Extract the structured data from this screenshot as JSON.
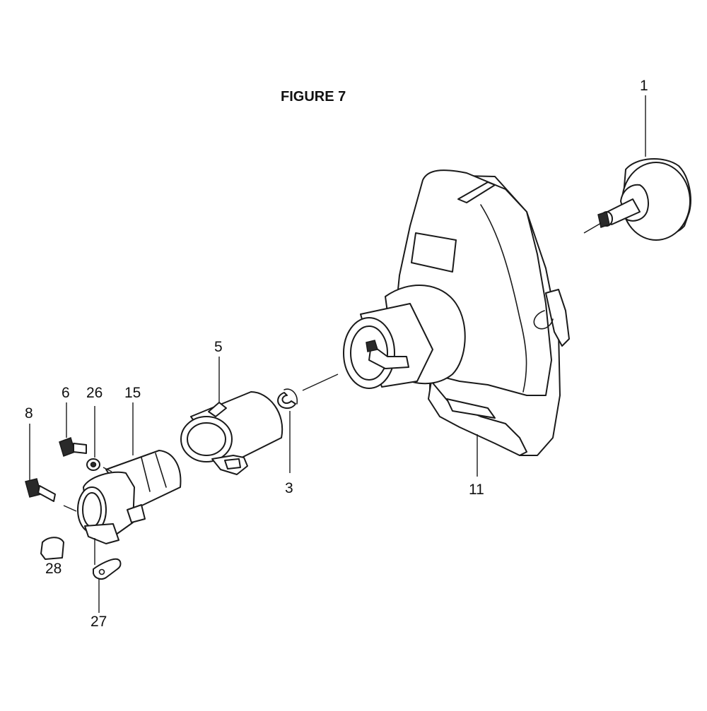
{
  "figure": {
    "title": "FIGURE  7"
  },
  "callouts": [
    {
      "id": "c1",
      "label": "1"
    },
    {
      "id": "c5",
      "label": "5"
    },
    {
      "id": "c6",
      "label": "6"
    },
    {
      "id": "c26",
      "label": "26"
    },
    {
      "id": "c15",
      "label": "15"
    },
    {
      "id": "c8",
      "label": "8"
    },
    {
      "id": "c3",
      "label": "3"
    },
    {
      "id": "c11",
      "label": "11"
    },
    {
      "id": "c28",
      "label": "28"
    },
    {
      "id": "c27",
      "label": "27"
    }
  ]
}
